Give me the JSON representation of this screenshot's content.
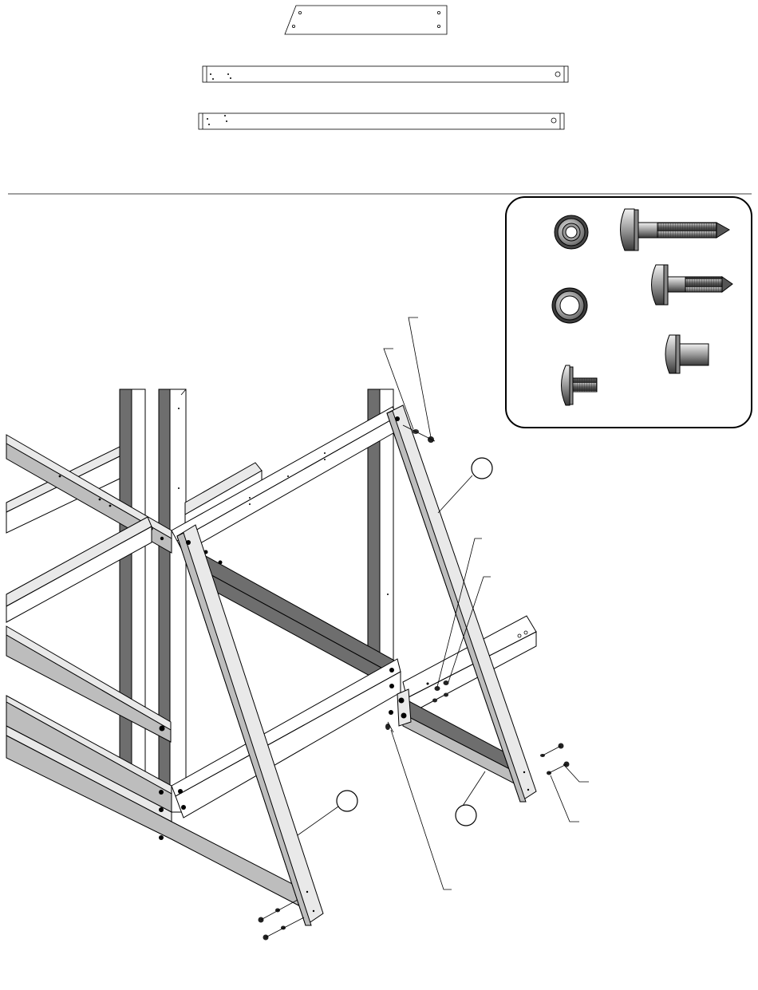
{
  "diagram": {
    "type": "assembly-instruction",
    "parts_preview": [
      "brace-plate",
      "beam-long-1",
      "beam-long-2"
    ],
    "hardware_callout": {
      "items": [
        "flange-nut-large",
        "lag-bolt-long",
        "flange-nut-small",
        "lag-bolt-medium",
        "barrel-nut",
        "bolt-short"
      ]
    },
    "reference_circles": [
      {
        "id": "circle-upper-right",
        "label": ""
      },
      {
        "id": "circle-lower-left",
        "label": ""
      },
      {
        "id": "circle-lower-right",
        "label": ""
      }
    ],
    "leader_count": 7,
    "colors": {
      "line": "#000000",
      "background": "#ffffff",
      "wood_light": "#e9e9e9",
      "wood_mid": "#bdbdbd",
      "wood_dark": "#6e6e6e"
    }
  }
}
